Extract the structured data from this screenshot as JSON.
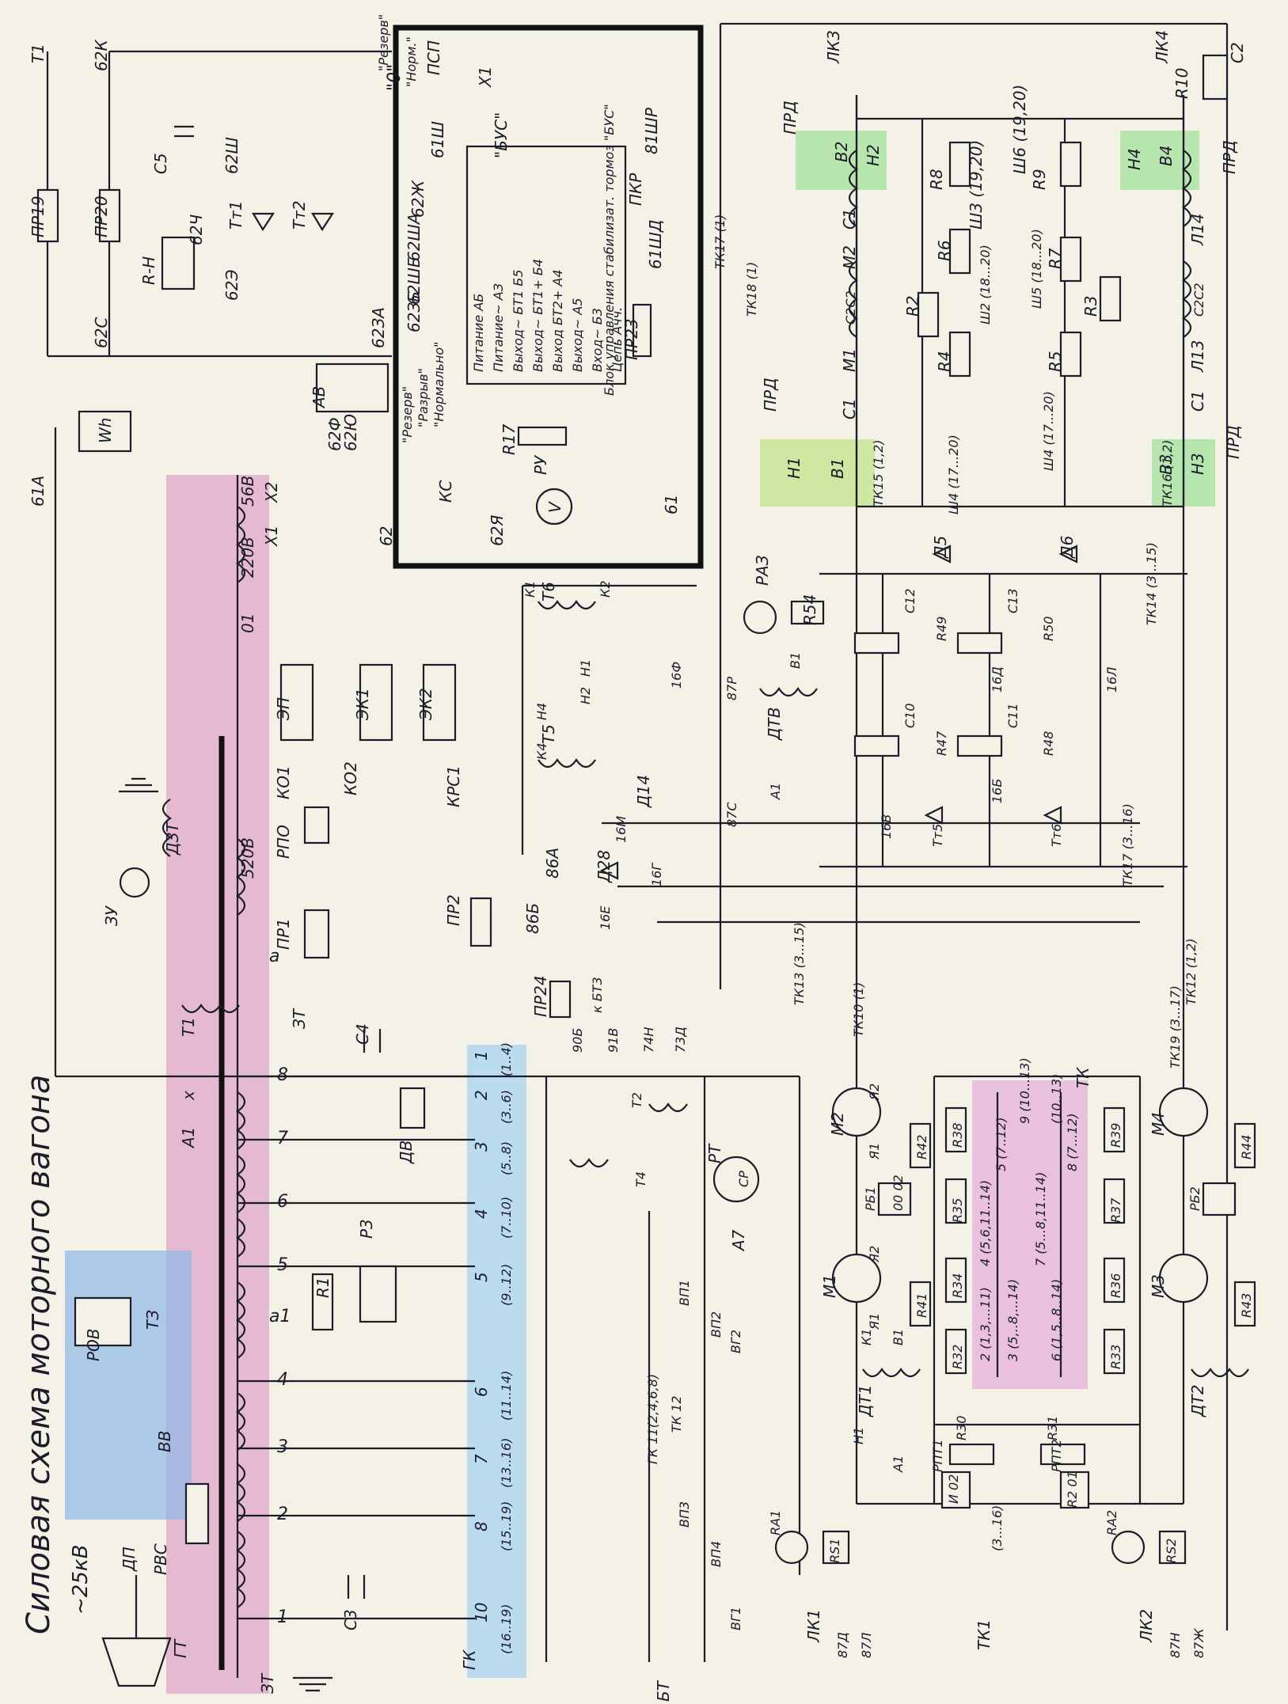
{
  "title": "Силовая схема моторного вагона",
  "supply": "~25кВ",
  "highlight_colors": {
    "transformer": "#e0a6c8",
    "vv_block": "#8fb8e8",
    "group_switch": "#a8d4f0",
    "tk_block": "#e7b0d8",
    "rectifier_pr": "#a8e2a0"
  },
  "left_labels": [
    "ДП",
    "РВС",
    "ВВ",
    "РОВ",
    "ТЗ",
    "ГТ",
    "ЗТ",
    "С3",
    "ЗУ",
    "ДЗТ",
    "Т1",
    "А1",
    "х",
    "R1",
    "Р3",
    "ДВ",
    "ПР1",
    "РПО",
    "КО1",
    "КО2",
    "ЭП",
    "ЭК1",
    "ЭК2",
    "КРС1",
    "ПР2",
    "С4",
    "ЗТ"
  ],
  "transformer_taps": [
    "1",
    "2",
    "3",
    "4",
    "5",
    "6",
    "7",
    "8",
    "а",
    "а1",
    "520В",
    "220В",
    "01",
    "56В",
    "Х1",
    "Х2"
  ],
  "group_switch": {
    "label": "ГК",
    "contacts": [
      "10",
      "8",
      "7",
      "6",
      "5",
      "4",
      "3",
      "2",
      "1"
    ],
    "positions": [
      "(16..19)",
      "(15..19)",
      "(13..16)",
      "(11..14)",
      "(9..12)",
      "(7..10)",
      "(5..8)",
      "(3..6)",
      "(1..4)"
    ]
  },
  "top_block": {
    "header_labels": [
      "Т1",
      "62К",
      "ПР19",
      "ПР20",
      "62С",
      "С5",
      "62Ш",
      "Тт1",
      "Тт2",
      "R-Н",
      "62Ч",
      "62Э",
      "ПСП",
      "\"Норм.\"",
      "\"0\"",
      "\"Резерв\"",
      "Х1",
      "\"БУС\"",
      "61Ш",
      "81ШР",
      "ПКР",
      "61ШД",
      "ПР23",
      "62Ж",
      "62ША",
      "62ШБ",
      "62ЗБ",
      "62ЗА",
      "АВ",
      "\"Резерв\"",
      "\"Разрыв\"",
      "\"Нормально\"",
      "Wh",
      "61А",
      "62Ф",
      "62Ю",
      "R17",
      "РУ",
      "V",
      "КС",
      "62",
      "62Я",
      "61"
    ],
    "bus_block_rows": [
      "Питание АБ",
      "Питание~ АЗ",
      "Выход~ БТ1 Б5",
      "Выход~ БТ1+ Б4",
      "Выход БТ2+ А4",
      "Выход~ А5",
      "Вход~ Б3",
      "Цепь Ачч."
    ],
    "bus_block_caption": "Блок управления стабилизат. тормоз \"БУС\""
  },
  "middle_labels": [
    "Т5",
    "Т6",
    "Н1",
    "Н2",
    "К1",
    "К2",
    "Н4",
    "К4",
    "ДТВ",
    "Д14",
    "Д28",
    "16М",
    "16Е",
    "16Г",
    "16Ф",
    "86Б",
    "86А",
    "87Р",
    "87С",
    "В1",
    "А1",
    "РАЗ",
    "R54",
    "Д5",
    "Д6",
    "С12",
    "С13",
    "С10",
    "С11",
    "R49",
    "R50",
    "R47",
    "R48",
    "16Д",
    "16Л",
    "16Б",
    "16В",
    "Тт5",
    "Тт6",
    "ТК14 (3...15)",
    "ТК17 (3...16)",
    "ТК13 (3...15)",
    "ТК10 (1)",
    "ТК12 (1,2)",
    "ТК19 (3...17)",
    "ПР24",
    "к БТ3",
    "90Б",
    "91В",
    "74Н",
    "73Д",
    "Т2",
    "Т4",
    "РТ",
    "СР",
    "А7",
    "ВГ2",
    "ВГ1",
    "ВП1",
    "ВП2",
    "ВП3",
    "ВП4",
    "БТ",
    "ГК 11(2,4,6,8)",
    "ТК 12"
  ],
  "right_top_labels": [
    "ЛК3",
    "ЛК4",
    "С2",
    "R10",
    "ПРД",
    "В2",
    "Н2",
    "R8",
    "Ш3 (19,20)",
    "Ш6 (19,20)",
    "R9",
    "Н4",
    "В4",
    "ПРД",
    "С1",
    "М2",
    "М1",
    "С2С2",
    "R2",
    "R4",
    "R6",
    "Ш2 (18...20)",
    "Ш5 (18...20)",
    "R7",
    "R3",
    "R5",
    "Л14",
    "Л13",
    "С2С2",
    "С1",
    "С1",
    "ПРД",
    "Н1",
    "В1",
    "ТК15 (1,2)",
    "Ш4 (17...20)",
    "Ш4 (17...20)",
    "ТК16 (1,2)",
    "В3",
    "Н3",
    "ПРД",
    "ТК17 (1)",
    "ТК18 (1)"
  ],
  "right_bottom_labels": [
    "М2",
    "Я2",
    "Я1",
    "R42",
    "R38",
    "РБ1",
    "00 02",
    "R35",
    "М1",
    "Я2",
    "Я1",
    "R41",
    "R34",
    "R32",
    "ДТ1",
    "К1",
    "В1",
    "Н1",
    "А1",
    "R30",
    "R31",
    "РПТ1",
    "РПТ2",
    "И 02",
    "R2 01",
    "(3...16)",
    "RA1",
    "RS1",
    "RA2",
    "RS2",
    "ЛК1",
    "ЛК2",
    "ТК1",
    "87Д",
    "87Л",
    "87Н",
    "87Ж",
    "М4",
    "М3",
    "R44",
    "R43",
    "РБ2",
    "R39",
    "R37",
    "R36",
    "R33",
    "ДТ2",
    "ТК"
  ],
  "tk_block": {
    "label": "ТК",
    "contacts": [
      "2 (1,3,...11)",
      "3 (5,..8,...14)",
      "4 (5,6,11..14)",
      "5 (7..12)",
      "6 (1,5..8..14)",
      "7 (5...8,11..14)",
      "8 (7...12)",
      "9 (10...13)",
      "(10..13)"
    ]
  }
}
